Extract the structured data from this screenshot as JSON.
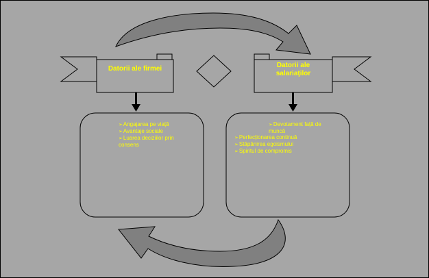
{
  "diagram": {
    "colors": {
      "background": "#a6a6a6",
      "box_fill": "#a6a6a6",
      "text": "#ffff00",
      "arrow_fill": "#808080",
      "outline": "#000000"
    },
    "left_banner": {
      "title": "Datorii ale firmei"
    },
    "right_banner": {
      "title": "Datorii ale salariaţilor"
    },
    "left_box": {
      "items": [
        "Angajarea pe viaţă",
        "Avantaje sociale",
        "Luarea deciziilor prin consens"
      ]
    },
    "right_box": {
      "items": [
        "Devotament faţă de muncă",
        "Perfecţionarea continuă",
        "Stăpânirea egoismului",
        "Spiritul de compromis"
      ]
    },
    "cycle_arrows": [
      "top-curved-arrow",
      "bottom-curved-arrow"
    ]
  }
}
